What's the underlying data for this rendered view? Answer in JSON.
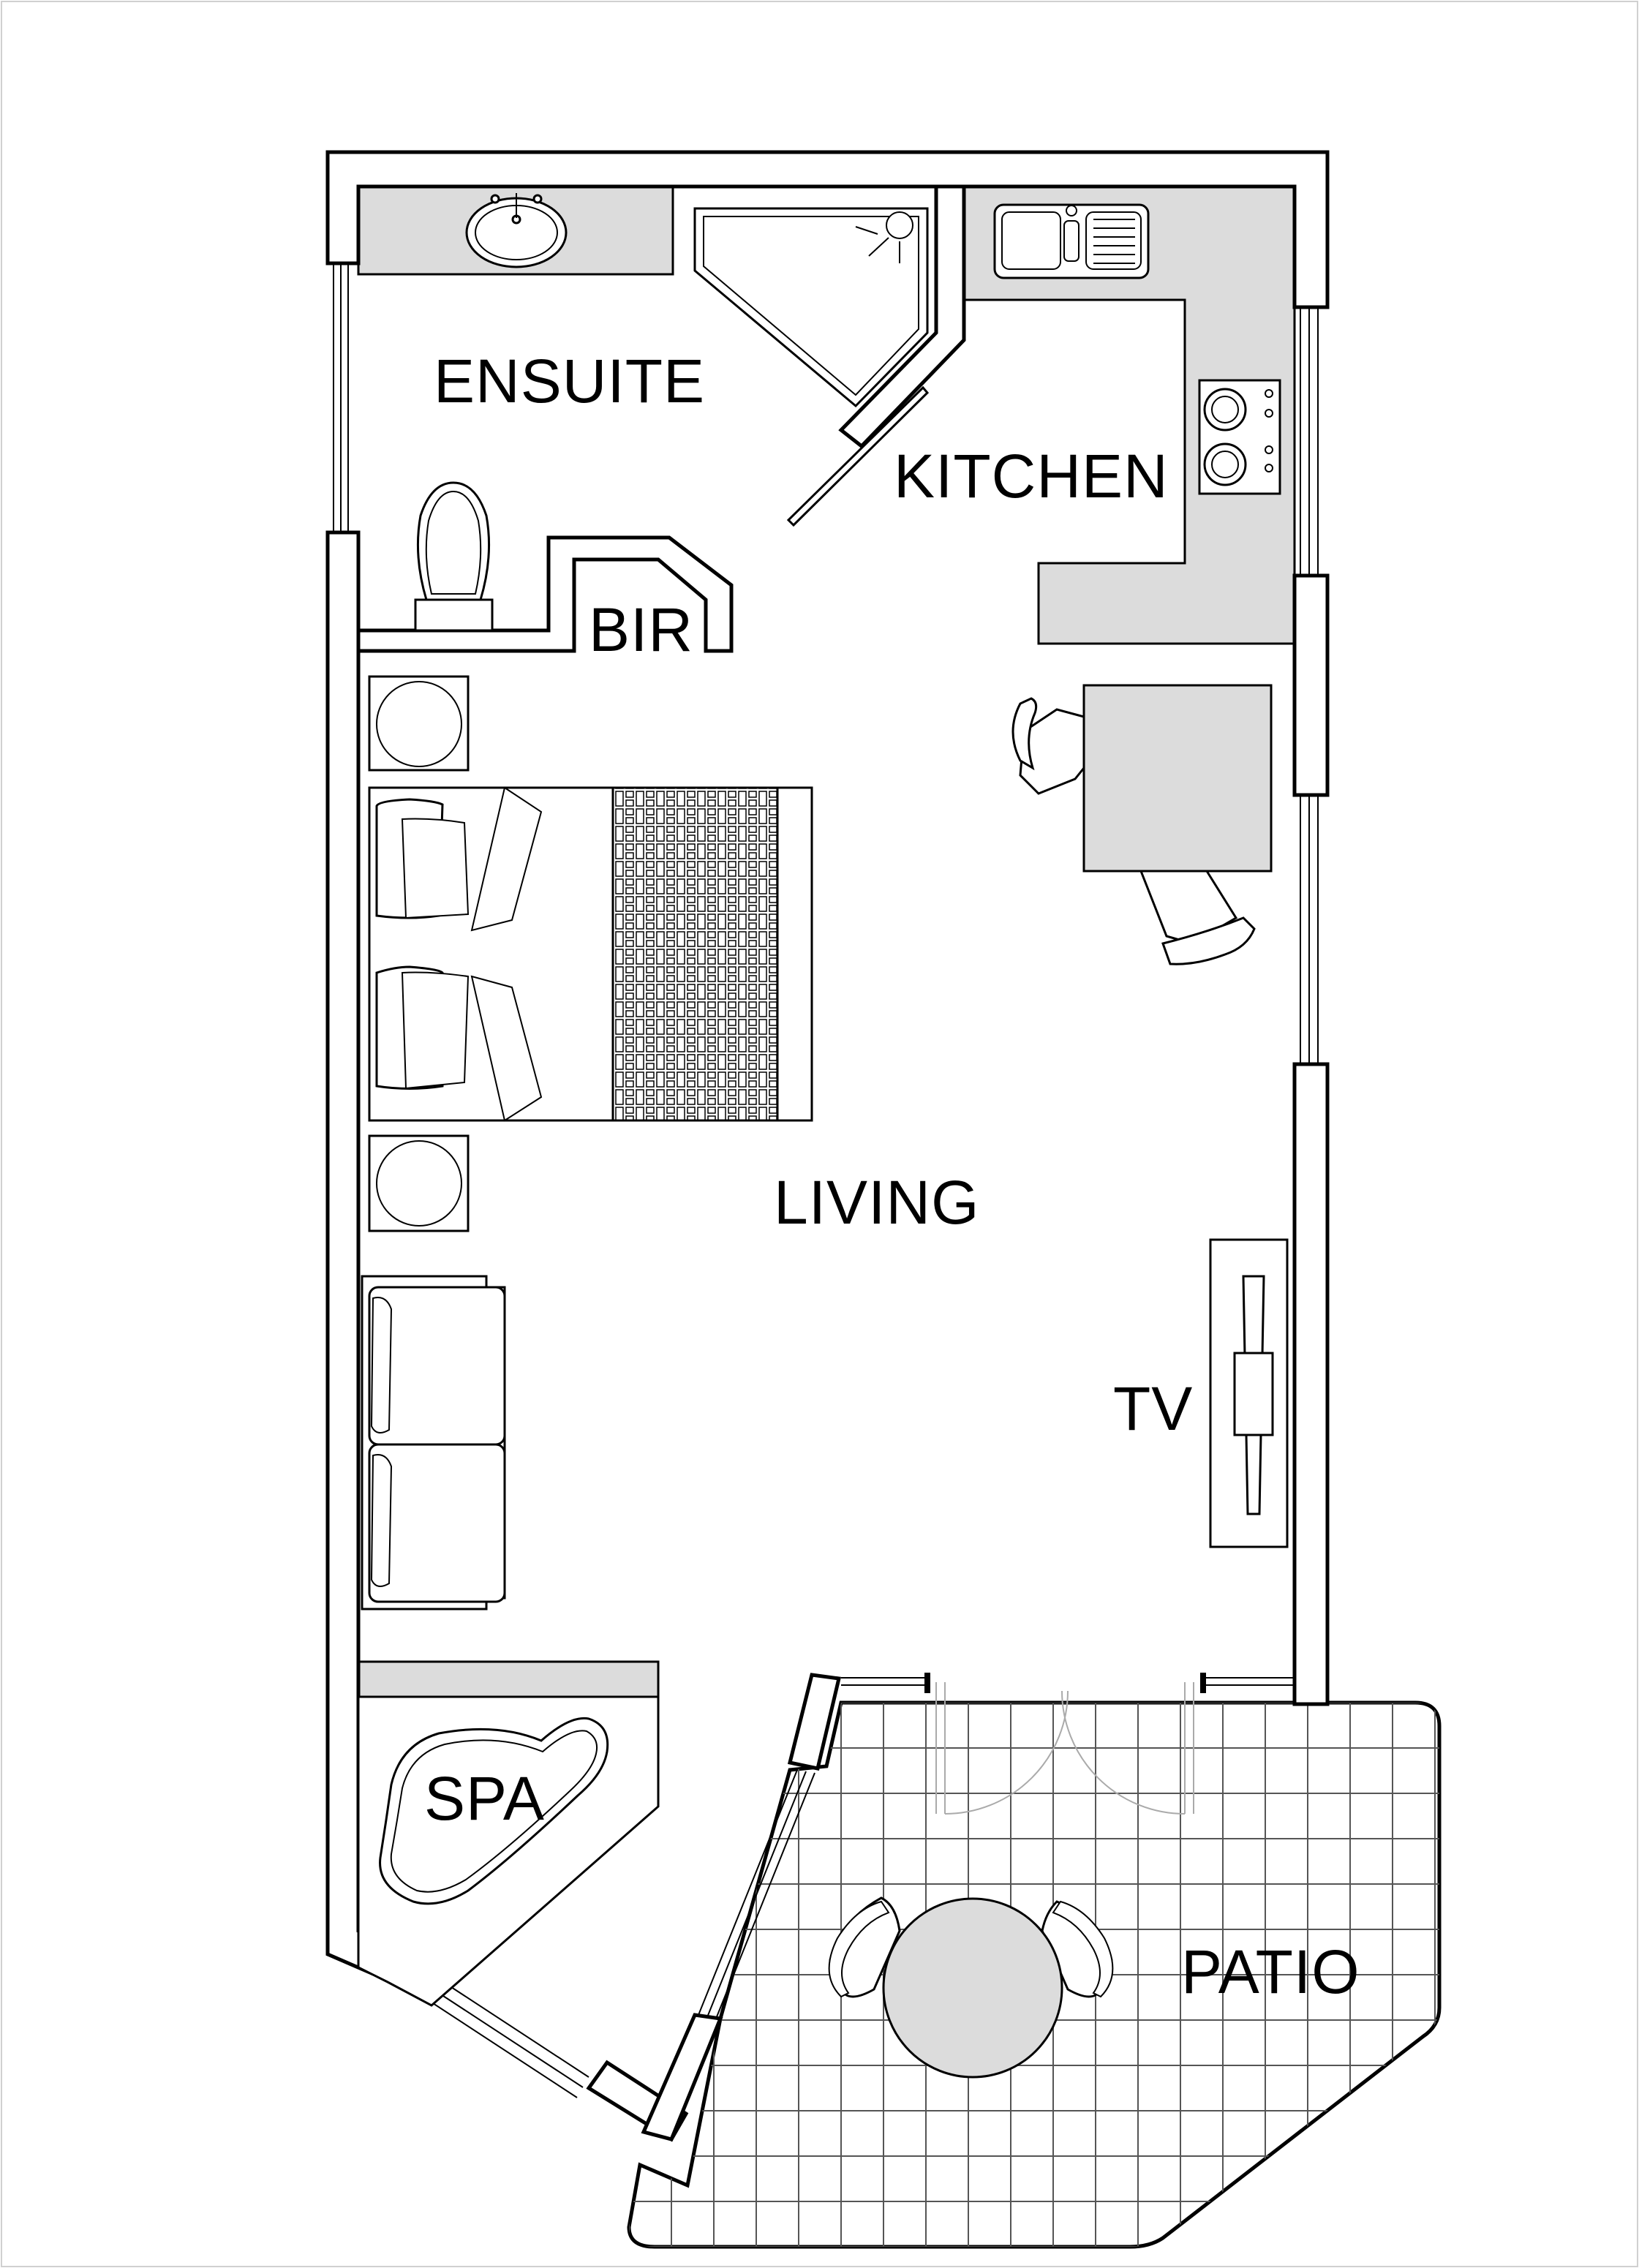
{
  "rooms": {
    "ensuite": "ENSUITE",
    "kitchen": "KITCHEN",
    "bir": "BIR",
    "living": "LIVING",
    "tv": "TV",
    "spa": "SPA",
    "patio": "PATIO"
  },
  "colors": {
    "wall": "#000000",
    "counter": "#dcdcdc",
    "furniture_fill": "#ffffff",
    "background": "#ffffff"
  }
}
